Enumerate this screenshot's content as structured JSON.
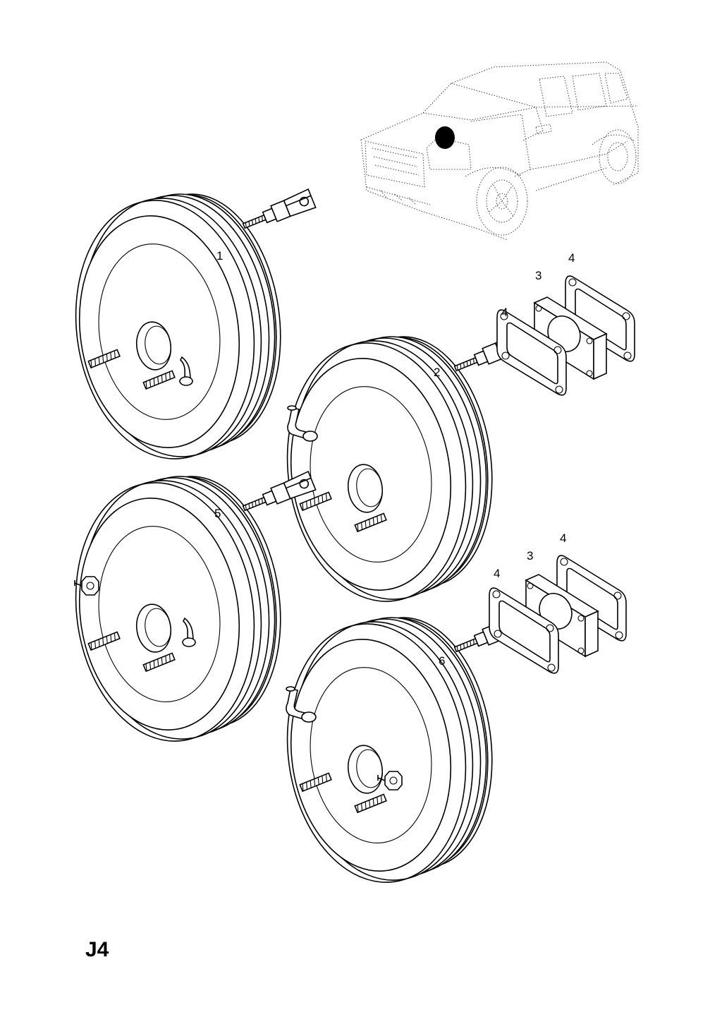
{
  "page_code": "J4",
  "callouts": {
    "booster_1": "1",
    "booster_2": "2",
    "booster_5": "5",
    "booster_6": "6",
    "spacer_upper": "3",
    "gasket_upper_left": "4",
    "gasket_upper_right": "4",
    "spacer_lower": "3",
    "gasket_lower_left": "4",
    "gasket_lower_right": "4"
  }
}
